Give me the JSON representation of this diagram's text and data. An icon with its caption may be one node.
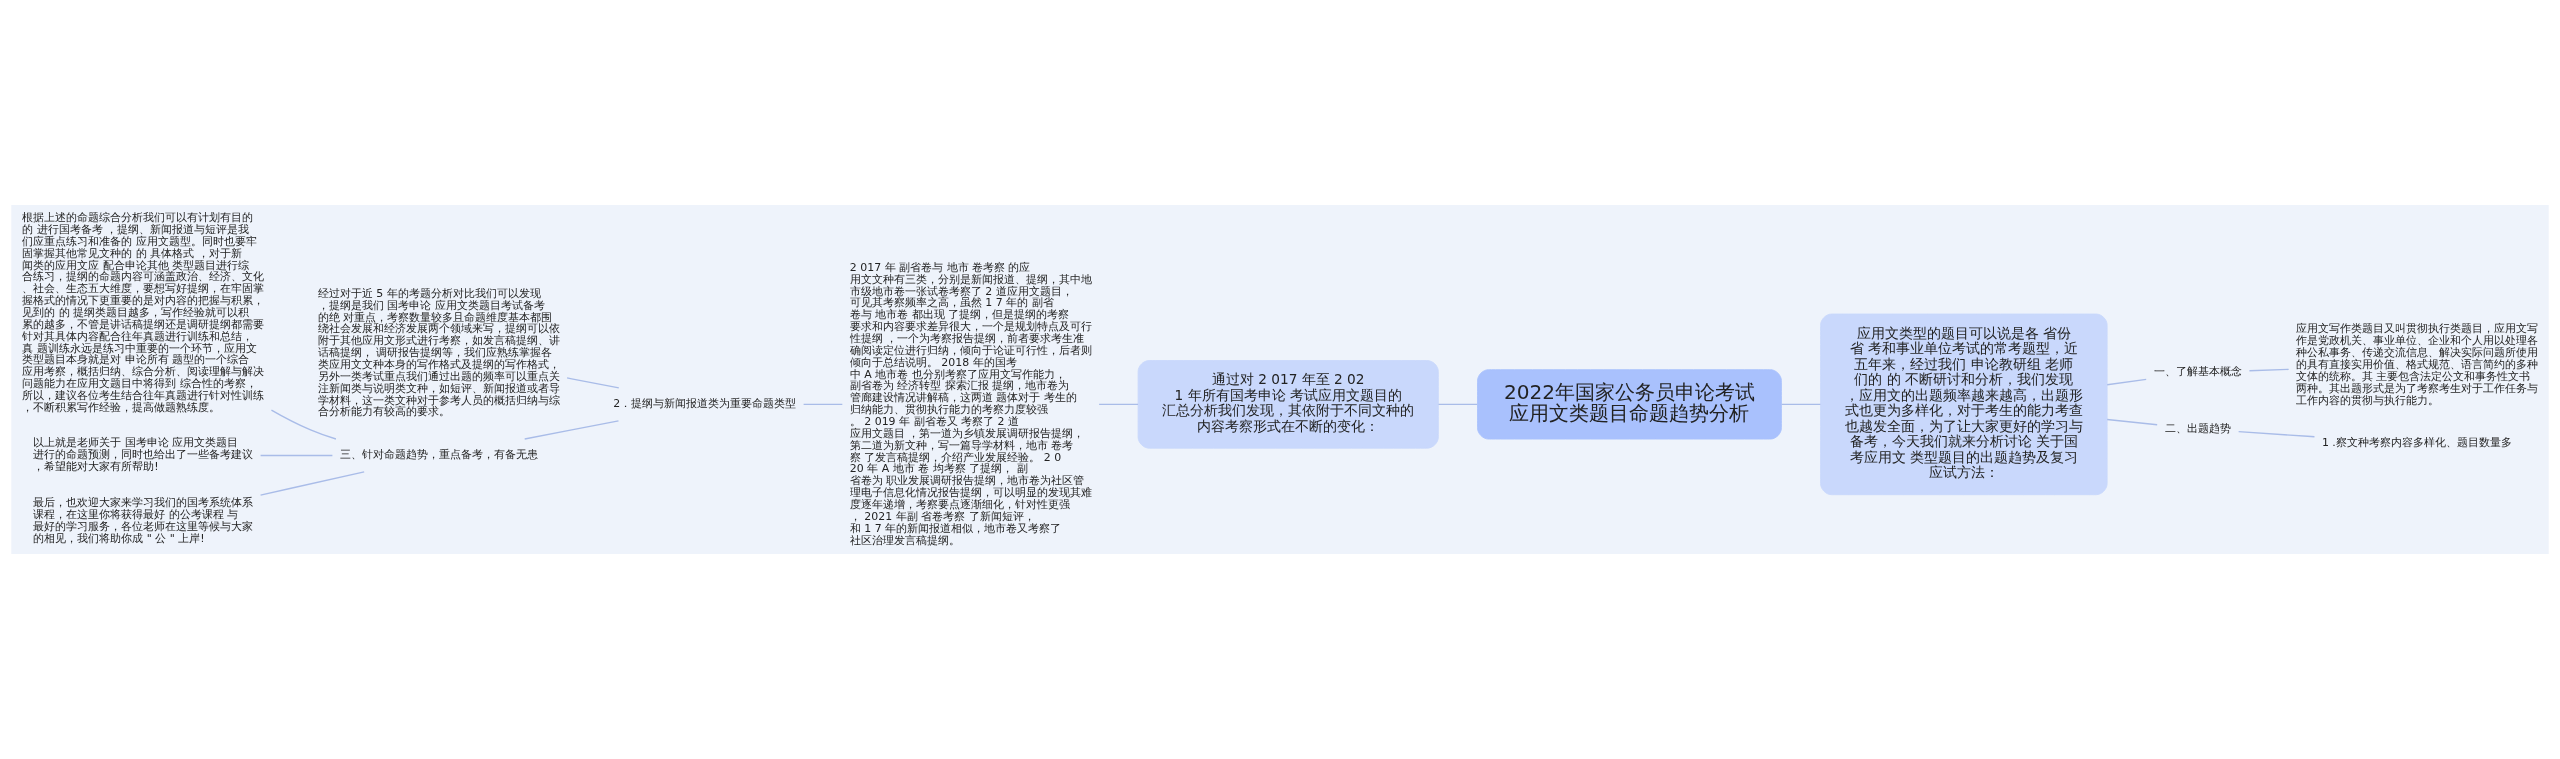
{
  "diagram": {
    "nodes": [
      {
        "text": [
          "2022年国家公务员申论考试应用文类题目命题趋势分析"
        ]
      },
      {
        "text": [
          "通过对 2 017 年至 2 021 年所有国考申论 考试应用文题目的汇总分析我们发现，其依附于不同文种的内容考察形式在不断的变化："
        ]
      },
      {
        "text": [
          "2 017 年 副省卷与 地市 卷考察 的应用文文种有三类，分别是新闻报道、提纲，其中地市级地市卷一张试卷考察了 2 道应用文题目，可见其考察频率之高，虽然 1 7 年的 副省卷与 地市卷 都出现 了提纲，但是提纲的考察要求和内容要求差异很大，一个是规划特点及可行性提纲 ，一个为考察报告提纲，前者要求考生准确阅读定位进行归纳，倾向于论证可行性，后者则倾向于总结说明。 2018 年的国考中 A 地市卷 也分别考察了应用文写作能力，副省卷为 经济转型 探索汇报 提纲，地市卷为管廊建设情况讲解稿，这两道 题体对于 考生的归纳能力、贯彻执行能力的考察力度较强。 2 019 年 副省卷又 考察了 2 道应用文题目 ，第一道为乡镇发展调研报告提纲，第二道为新文种，写一篇导学材料，地市 卷考察 了发言稿提纲，介绍产业发展经验。 2 020 年 A 地市 卷 均考察 了提纲， 副省卷为 职业发展调研报告提纲，地市卷为社区管理电子信息化情况报告提纲，可以明显的发现其难度逐年递增，考察要点逐渐细化，针对性更强， 2021 年副 省卷考察 了新闻短评，和 1 7 年的新闻报道相似，地市卷又考察了社区治理发言稿提纲。"
        ]
      },
      {
        "text": [
          "2．提纲与新闻报道类为重要命题类型"
        ]
      },
      {
        "text": [
          "经过对于近 5 年的考题分析对比我们可以发现，提纲是我们 国考申论 应用文类题目考试备考的绝 对重点，考察数量较多且命题维度基本都围绕社会发展和经济发展两个领域来写，提纲可以依附于其他应用文形式进行考察，如发言稿提纲、讲话稿提纲， 调研报告提纲等，我们应熟练掌握各类应用文文种本身的写作格式及提纲的写作格式，另外一类考试重点我们通过出题的频率可以重点关注新闻类与说明类文种，如短评、新闻报道或者导学材料，这一类文种对于参考人员的概括归纳与综合分析能力有较高的要求。"
        ]
      },
      {
        "text": [
          "三、针对命题趋势，重点备考，有备无患"
        ]
      },
      {
        "text": [
          "根据上述的命题综合分析我们可以有计划有目的的 进行国考备考 ，提纲、新闻报道与短评是我们应重点练习和准备的 应用文题型。同时也要牢固掌握其他常见文种的 的 具体格式 ，对于新闻类的应用文应 配合申论其他 类型题目进行综合练习，提纲的命题内容可涵盖政治、经济、文化、社会、生态五大维度，要想写好提纲，在牢固掌握格式的情况下更重要的是对内容的把握与积累，见到的 的 提纲类题目越多，写作经验就可以积累的越多，不管是讲话稿提纲还是调研提纲都需要针对其具体内容配合往年真题进行训练和总结，真 题训练永远是练习中重要的一个环节，应用文类型题目本身就是对 申论所有 题型的一个综合应用考察，概括归纳、综合分析、阅读理解与解决问题能力在应用文题目中将得到 综合性的考察，所以，建议各位考生结合往年真题进行针对性训练，不断积累写作经验，提高做题熟练度。"
        ]
      },
      {
        "text": [
          "以上就是老师关于 国考申论 应用文类题目进行的命题预测，同时也给出了一些备考建议，希望能对大家有所帮助!"
        ]
      },
      {
        "text": [
          "最后，也欢迎大家来学习我们的国考系统体系课程，在这里你将获得最好 的公考课程 与最好的学习服务，各位老师在这里等候与大家的相见，我们将助你成 \" 公 \" 上岸!"
        ]
      },
      {
        "text": [
          "应用文类型的题目可以说是各 省份省 考和事业单位考试的常考题型，近五年来，经过我们 申论教研组 老师们的 的 不断研讨和分析，我们发现，应用文的出题频率越来越高，出题形式也更为多样化，对于考生的能力考查也越发全面，为了让大家更好的学习与备考，今天我们就来分析讨论 关于国考应用文 类型题目的出题趋势及复习应试方法："
        ]
      },
      {
        "text": [
          "一、了解基本概念"
        ]
      },
      {
        "text": [
          "应用文写作类题目又叫贯彻执行类题目，应用文写作是党政机关、事业单位、企业和个人用以处理各种公私事务、传递交流信息、解决实际问题所使用的具有直接实用价值、格式规范、语言简约的多种文体的统称。其 主要包含法定公文和事务性文书两种。其出题形式是为了考察考生对于工作任务与工作内容的贯彻与执行能力。"
        ]
      },
      {
        "text": [
          "二、出题趋势"
        ]
      },
      {
        "text": [
          "1 .察文种考察内容多样化、题目数量多"
        ]
      }
    ],
    "edges": [
      {
        "from": 1,
        "to": 0,
        "arrow": "none"
      },
      {
        "from": 2,
        "to": 1,
        "arrow": "none"
      },
      {
        "from": 3,
        "to": 2,
        "arrow": "none"
      },
      {
        "from": 4,
        "to": 3,
        "arrow": "none"
      },
      {
        "from": 5,
        "to": 3,
        "arrow": "none"
      },
      {
        "from": 6,
        "to": 5,
        "arrow": "none"
      },
      {
        "from": 7,
        "to": 5,
        "arrow": "none"
      },
      {
        "from": 8,
        "to": 5,
        "arrow": "none"
      },
      {
        "from": 0,
        "to": 9,
        "arrow": "none"
      },
      {
        "from": 9,
        "to": 10,
        "arrow": "none"
      },
      {
        "from": 10,
        "to": 11,
        "arrow": "none"
      },
      {
        "from": 9,
        "to": 12,
        "arrow": "none"
      },
      {
        "from": 12,
        "to": 13,
        "arrow": "none"
      }
    ]
  }
}
